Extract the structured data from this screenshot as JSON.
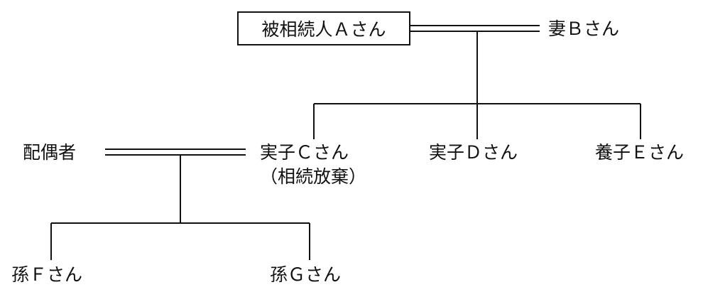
{
  "family_tree": {
    "deceased": "被相続人Ａさん",
    "spouse": "妻Ｂさん",
    "child_c": "実子Ｃさん",
    "child_c_note": "（相続放棄）",
    "child_d": "実子Ｄさん",
    "child_e": "養子Ｅさん",
    "child_c_spouse": "配偶者",
    "grandchild_f": "孫Ｆさん",
    "grandchild_g": "孫Ｇさん"
  },
  "colors": {
    "line": "#111111",
    "background": "#ffffff"
  }
}
